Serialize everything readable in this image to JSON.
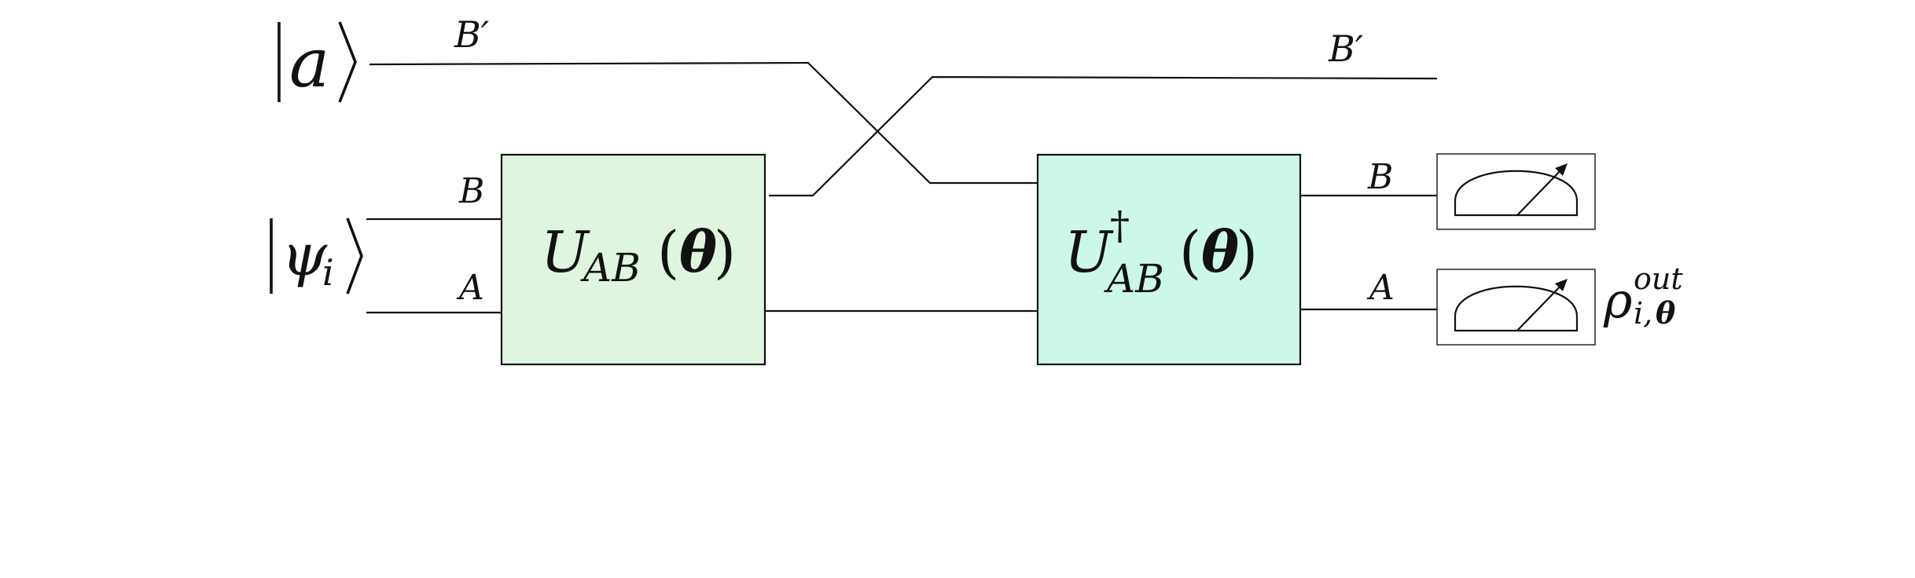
{
  "colors": {
    "gate_left_fill": "#e0f5e0",
    "gate_right_fill": "#ccf8ec",
    "line": "#111111",
    "meter_border": "#333333"
  },
  "diagram": {
    "ket_a": {
      "symbol": "a"
    },
    "ket_psi": {
      "symbol": "ψ",
      "subscript": "i"
    },
    "wire_labels": {
      "b_prime_left": "B′",
      "b_prime_right": "B′",
      "b_left": "B",
      "a_left": "A",
      "b_right": "B",
      "a_right": "A"
    },
    "gate_left": {
      "symbol": "U",
      "subscript": "AB",
      "argument": "θ"
    },
    "gate_right": {
      "symbol": "U",
      "superscript": "†",
      "subscript": "AB",
      "argument": "θ"
    },
    "meters": [
      {
        "name": "measure-b"
      },
      {
        "name": "measure-a"
      }
    ],
    "output": {
      "symbol": "ρ",
      "subscript_i": "i,",
      "subscript_theta": "θ",
      "superscript": "out"
    }
  }
}
